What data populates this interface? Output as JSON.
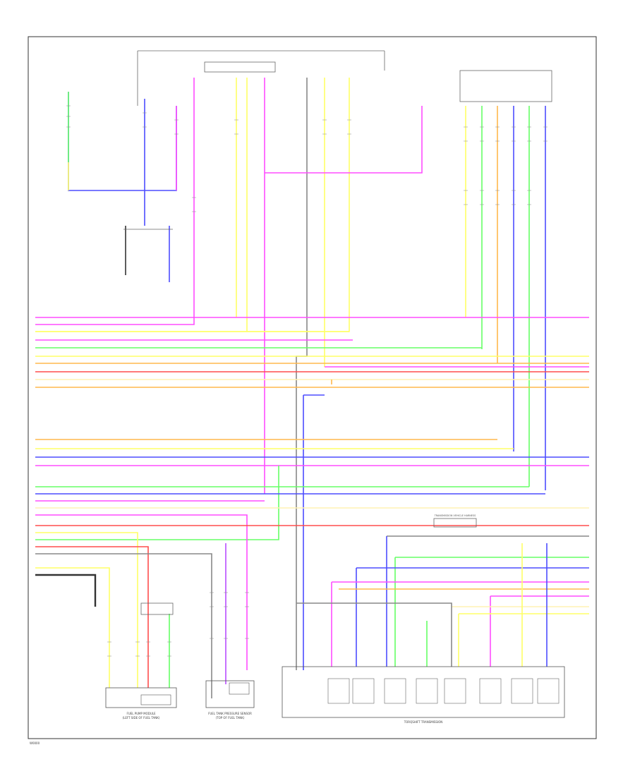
{
  "wire_colors": {
    "pink": "#ff4dff",
    "yellow": "#ffff66",
    "orange": "#ffb84d",
    "green": "#66ff66",
    "blue": "#4d4dff",
    "red": "#ff4d4d",
    "light_yellow": "#fff2b3",
    "black": "#333333",
    "gray": "#888888",
    "purple": "#b84dff"
  },
  "component_labels": {
    "fuel_pump_module": "FUEL PUMP MODULE",
    "fuel_pump_module_sub": "(LEFT SIDE OF FUEL TANK)",
    "fuel_tank_pressure_sensor": "FUEL TANK PRESSURE SENSOR",
    "fuel_tank_pressure_sensor_sub": "(TOP OF FUEL TANK)",
    "transmission": "TORQSHIFT TRANSMISSION",
    "transmission_connector": "TRANSMISSION VEHICLE HARNESS"
  },
  "footer_code": "W0000"
}
